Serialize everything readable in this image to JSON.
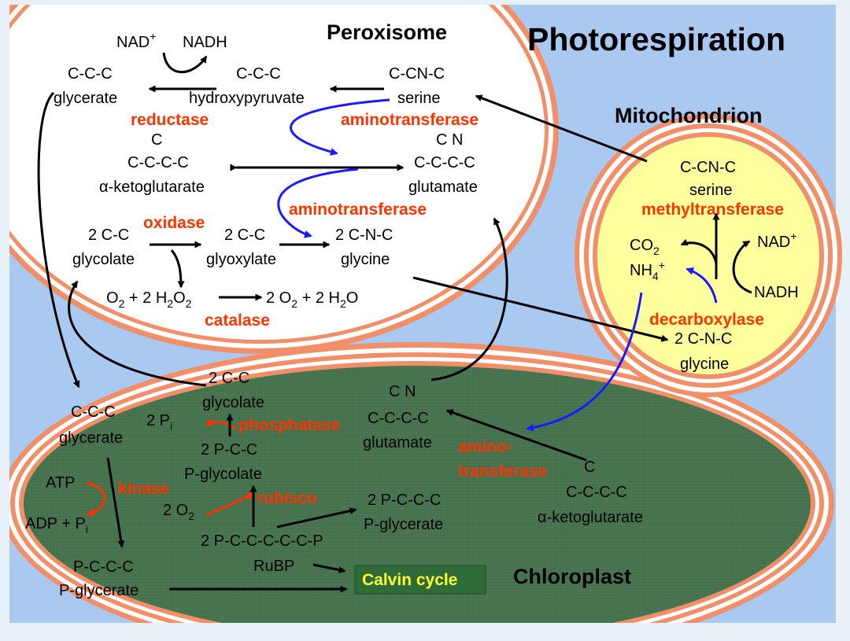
{
  "title": "Photorespiration",
  "organelles": {
    "peroxisome": "Peroxisome",
    "mitochondrion": "Mitochondrion",
    "chloroplast": "Chloroplast"
  },
  "peroxisome": {
    "nad": "NAD",
    "nad_sup": "+",
    "nadh": "NADH",
    "glycerate_formula": "C-C-C",
    "glycerate": "glycerate",
    "hydroxypyruvate_formula": "C-C-C",
    "hydroxypyruvate": "hydroxypyruvate",
    "serine_formula": "C-CN-C",
    "serine": "serine",
    "reductase": "reductase",
    "aminotransferase_1": "aminotransferase",
    "akg_branch": "C",
    "akg_formula": "C-C-C-C",
    "akg": "α-ketoglutarate",
    "glutamate_branch": "C N",
    "glutamate_formula": "C-C-C-C",
    "glutamate": "glutamate",
    "aminotransferase_2": "aminotransferase",
    "oxidase": "oxidase",
    "glycolate_formula": "2 C-C",
    "glycolate": "glycolate",
    "glyoxylate_formula": "2 C-C",
    "glyoxylate": "glyoxylate",
    "glycine_formula": "2 C-N-C",
    "glycine": "glycine",
    "catalase": "catalase"
  },
  "mitochondrion": {
    "serine_formula": "C-CN-C",
    "serine": "serine",
    "methyltransferase": "methyltransferase",
    "co2": "CO",
    "nh4": "NH",
    "nad": "NAD",
    "nad_sup": "+",
    "nadh": "NADH",
    "decarboxylase": "decarboxylase",
    "glycine_formula": "2 C-N-C",
    "glycine": "glycine"
  },
  "chloroplast": {
    "glycolate_formula": "2 C-C",
    "glycolate": "glycolate",
    "glycerate_formula": "C-C-C",
    "glycerate": "glycerate",
    "pi": "2 P",
    "phosphatase": "phosphatase",
    "pglycolate_formula": "2 P-C-C",
    "pglycolate": "P-glycolate",
    "glutamate_branch": "C N",
    "glutamate_formula": "C-C-C-C",
    "glutamate": "glutamate",
    "amino_1": "amino-",
    "amino_2": "transferase",
    "akg_branch": "C",
    "akg_formula": "C-C-C-C",
    "akg": "α-ketoglutarate",
    "atp": "ATP",
    "kinase": "kinase",
    "adp": "ADP + P",
    "o2": "2 O",
    "rubisco": "rubisco",
    "pglycerate2_formula": "2 P-C-C-C",
    "pglycerate2": "P-glycerate",
    "rubp_formula": "2 P-C-C-C-C-C-P",
    "rubp": "RuBP",
    "pglycerate_formula": "P-C-C-C",
    "pglycerate": "P-glycerate",
    "calvin": "Calvin cycle"
  },
  "colors": {
    "sky": "#a9c9f1",
    "membrane": "#f08f68",
    "peroxisome_fill": "#ffffff",
    "mitochondrion_fill": "#ffff9d",
    "chloroplast_fill": "#47744f",
    "enzyme": "#ff3300",
    "blue_arrow": "#1a1aff"
  }
}
